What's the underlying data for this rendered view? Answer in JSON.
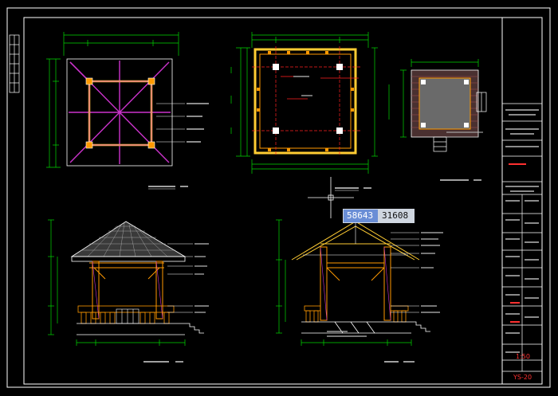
{
  "colors": {
    "background": "#000000",
    "frame": "#ffffff",
    "dimension": "#00d800",
    "column": "#ff9900",
    "beam": "#ffff00",
    "rafter": "#cc33cc",
    "axis": "#ff2020",
    "roof_tile": "#bbbbbb",
    "coord_x_bg": "#6a8ed6",
    "coord_y_bg": "#cfd6e0"
  },
  "cursor_readout": {
    "x": "58643",
    "y": "31608"
  },
  "title_block": {
    "sheet_number": "YS-20",
    "scale": "1:50"
  },
  "icons": [
    "crosshair-cursor-icon"
  ]
}
